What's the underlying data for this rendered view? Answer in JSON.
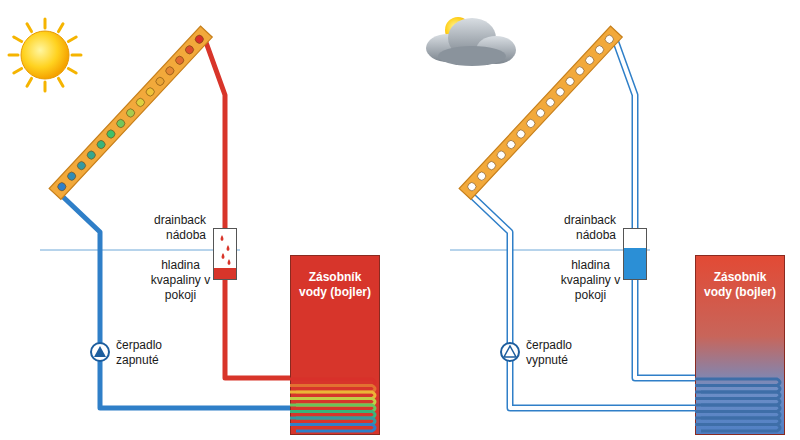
{
  "diagram": {
    "nodes": [
      {
        "text": [
          "drainback nádoba"
        ]
      },
      {
        "text": [
          "Zásobník vody (bojler)"
        ]
      },
      {
        "text": [
          "drainback nádoba"
        ]
      },
      {
        "text": [
          "Zásobník vody (bojler)"
        ]
      }
    ],
    "edges": [
      {
        "from": 0,
        "to": 1,
        "arrow": "none"
      },
      {
        "from": 2,
        "to": 3,
        "arrow": "none"
      }
    ],
    "labels": [
      "hladina kvapaliny v pokoji",
      "čerpadlo zapnuté",
      "hladina kvapaliny v pokoji",
      "čerpadlo vypnuté"
    ]
  }
}
